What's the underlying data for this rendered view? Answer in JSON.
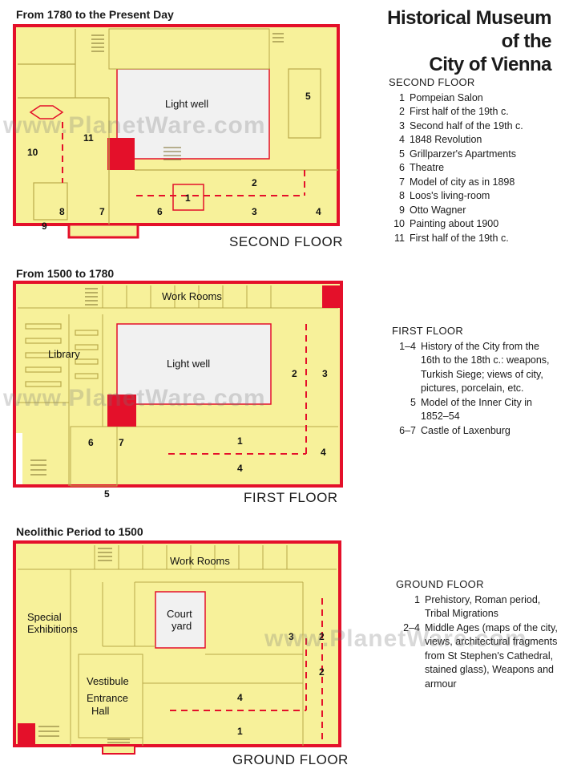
{
  "title": {
    "line1": "Historical Museum",
    "line2": "of the",
    "line3": "City of Vienna"
  },
  "colors": {
    "floor_fill": "#f7f19a",
    "wall": "#e4102a",
    "light_well": "#f1f1f1",
    "accent_block": "#e4102a"
  },
  "watermark": "www.PlanetWare.com",
  "floors": {
    "second": {
      "era": "From 1780 to the Present Day",
      "caption": "SECOND FLOOR",
      "map_labels": {
        "light_well": "Light well"
      },
      "room_numbers": [
        "1",
        "2",
        "3",
        "4",
        "5",
        "6",
        "7",
        "8",
        "9",
        "10",
        "11"
      ],
      "legend_heading": "SECOND FLOOR",
      "legend": [
        {
          "key": "1",
          "text": "Pompeian Salon"
        },
        {
          "key": "2",
          "text": "First half of the 19th c."
        },
        {
          "key": "3",
          "text": "Second half of the 19th c."
        },
        {
          "key": "4",
          "text": "1848 Revolution"
        },
        {
          "key": "5",
          "text": "Grillparzer's Apartments"
        },
        {
          "key": "6",
          "text": "Theatre"
        },
        {
          "key": "7",
          "text": "Model of city as in 1898"
        },
        {
          "key": "8",
          "text": "Loos's living-room"
        },
        {
          "key": "9",
          "text": "Otto Wagner"
        },
        {
          "key": "10",
          "text": "Painting about 1900"
        },
        {
          "key": "11",
          "text": "First half of the 19th c."
        }
      ]
    },
    "first": {
      "era": "From 1500 to 1780",
      "caption": "FIRST FLOOR",
      "map_labels": {
        "work_rooms": "Work Rooms",
        "library": "Library",
        "light_well": "Light well"
      },
      "room_numbers": [
        "1",
        "2",
        "3",
        "4",
        "5",
        "6",
        "7"
      ],
      "legend_heading": "FIRST FLOOR",
      "legend": [
        {
          "key": "1–4",
          "text": "History of the City from the 16th to the 18th c.: weapons, Turkish Siege; views of city, pictures, porcelain, etc."
        },
        {
          "key": "5",
          "text": "Model of the Inner City in 1852–54"
        },
        {
          "key": "6–7",
          "text": "Castle of Laxenburg"
        }
      ]
    },
    "ground": {
      "era": "Neolithic Period to 1500",
      "caption": "GROUND FLOOR",
      "map_labels": {
        "work_rooms": "Work Rooms",
        "special_1": "Special",
        "special_2": "Exhibitions",
        "court_1": "Court",
        "court_2": "yard",
        "vestibule": "Vestibule",
        "entrance_1": "Entrance",
        "entrance_2": "Hall"
      },
      "room_numbers": [
        "1",
        "2",
        "3",
        "4"
      ],
      "legend_heading": "GROUND FLOOR",
      "legend": [
        {
          "key": "1",
          "text": "Prehistory, Roman period, Tribal Migrations"
        },
        {
          "key": "2–4",
          "text": "Middle Ages (maps of the city, views, architectural fragments from St Stephen's Cathedral, stained glass), Weapons and armour"
        }
      ]
    }
  }
}
